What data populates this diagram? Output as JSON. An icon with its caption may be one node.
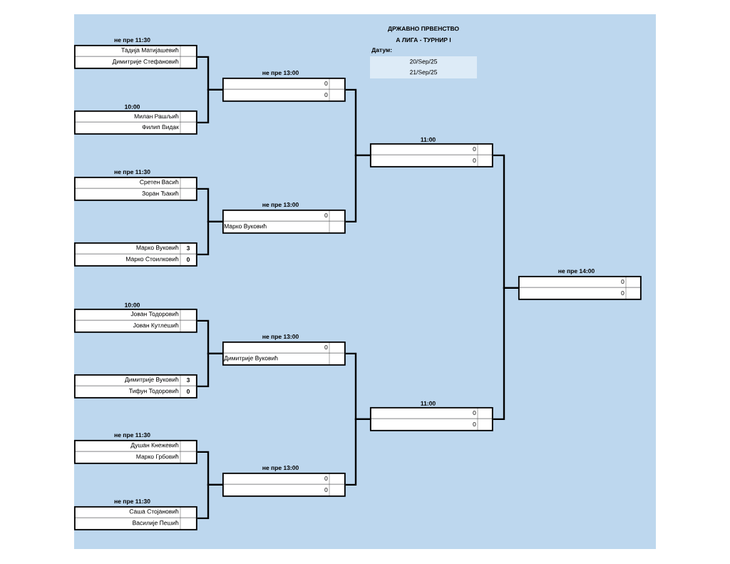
{
  "diagram": {
    "title": "ДРЖАВНО ПРВЕНСТВО",
    "nodes": [
      {
        "text": [],
        "shape": "box",
        "beside": [
          "не пре 11:30"
        ]
      },
      {
        "text": [
          "Тадија Матијашевић"
        ],
        "in": 0
      },
      {
        "text": [
          "Димитрије Стефановић"
        ],
        "in": 0
      },
      {
        "text": [],
        "shape": "box",
        "beside": [
          "10:00"
        ]
      },
      {
        "text": [
          "Милан Рашљић"
        ],
        "in": 3
      },
      {
        "text": [
          "Филип Видак"
        ],
        "in": 3
      },
      {
        "text": [],
        "shape": "box",
        "beside": [
          "не пре 11:30"
        ]
      },
      {
        "text": [
          "Сретен Васић"
        ],
        "in": 6
      },
      {
        "text": [
          "Зоран Ђакић"
        ],
        "in": 6
      },
      {
        "text": [],
        "shape": "box"
      },
      {
        "text": [
          "Марко Вуковић",
          "3"
        ],
        "in": 9
      },
      {
        "text": [
          "Марко Стоилковић",
          "0"
        ],
        "in": 9
      },
      {
        "text": [],
        "shape": "box",
        "beside": [
          "10:00"
        ]
      },
      {
        "text": [
          "Јован Тодоровић"
        ],
        "in": 12
      },
      {
        "text": [
          "Јован Кутлешић"
        ],
        "in": 12
      },
      {
        "text": [],
        "shape": "box"
      },
      {
        "text": [
          "Димитрије Вуковић",
          "3"
        ],
        "in": 15
      },
      {
        "text": [
          "Тифун Тодоровић",
          "0"
        ],
        "in": 15
      },
      {
        "text": [],
        "shape": "box",
        "beside": [
          "не пре 11:30"
        ]
      },
      {
        "text": [
          "Душан Кнежевић"
        ],
        "in": 18
      },
      {
        "text": [
          "Марко Грбовић"
        ],
        "in": 18
      },
      {
        "text": [],
        "shape": "box",
        "beside": [
          "не пре 11:30"
        ]
      },
      {
        "text": [
          "Саша Стојановић"
        ],
        "in": 21
      },
      {
        "text": [
          "Василије Пешић"
        ],
        "in": 21
      },
      {
        "text": [],
        "shape": "box",
        "beside": [
          "не пре 13:00"
        ]
      },
      {
        "text": [
          "0"
        ],
        "in": 24
      },
      {
        "text": [
          "0"
        ],
        "in": 24
      },
      {
        "text": [],
        "shape": "box",
        "beside": [
          "не пре 13:00"
        ]
      },
      {
        "text": [
          "0"
        ],
        "in": 27
      },
      {
        "text": [
          "Марко Вуковић"
        ],
        "in": 27
      },
      {
        "text": [],
        "shape": "box",
        "beside": [
          "не пре 13:00"
        ]
      },
      {
        "text": [
          "0"
        ],
        "in": 30
      },
      {
        "text": [
          "Димитрије Вуковић"
        ],
        "in": 30
      },
      {
        "text": [],
        "shape": "box",
        "beside": [
          "не пре 13:00"
        ]
      },
      {
        "text": [
          "0"
        ],
        "in": 33
      },
      {
        "text": [
          "0"
        ],
        "in": 33
      },
      {
        "text": [],
        "shape": "box",
        "beside": [
          "11:00"
        ]
      },
      {
        "text": [
          "0"
        ],
        "in": 36
      },
      {
        "text": [
          "0"
        ],
        "in": 36
      },
      {
        "text": [],
        "shape": "box",
        "beside": [
          "11:00"
        ]
      },
      {
        "text": [
          "0"
        ],
        "in": 39
      },
      {
        "text": [
          "0"
        ],
        "in": 39
      },
      {
        "text": [],
        "shape": "box",
        "beside": [
          "не пре 14:00"
        ]
      },
      {
        "text": [
          "0"
        ],
        "in": 42
      },
      {
        "text": [
          "0"
        ],
        "in": 42
      }
    ],
    "edges": [
      {
        "from": 0,
        "to": 24,
        "arrow": "none"
      },
      {
        "from": 3,
        "to": 24,
        "arrow": "none"
      },
      {
        "from": 6,
        "to": 27,
        "arrow": "none"
      },
      {
        "from": 9,
        "to": 27,
        "arrow": "none"
      },
      {
        "from": 12,
        "to": 30,
        "arrow": "none"
      },
      {
        "from": 15,
        "to": 30,
        "arrow": "none"
      },
      {
        "from": 18,
        "to": 33,
        "arrow": "none"
      },
      {
        "from": 21,
        "to": 33,
        "arrow": "none"
      },
      {
        "from": 24,
        "to": 36,
        "arrow": "none"
      },
      {
        "from": 27,
        "to": 36,
        "arrow": "none"
      },
      {
        "from": 30,
        "to": 39,
        "arrow": "none"
      },
      {
        "from": 33,
        "to": 39,
        "arrow": "none"
      },
      {
        "from": 36,
        "to": 42,
        "arrow": "none"
      },
      {
        "from": 39,
        "to": 42,
        "arrow": "none"
      }
    ],
    "labels": [
      "А ЛИГА - ТУРНИР I",
      "Датум:",
      "20/Sep/25",
      "21/Sep/25"
    ]
  }
}
